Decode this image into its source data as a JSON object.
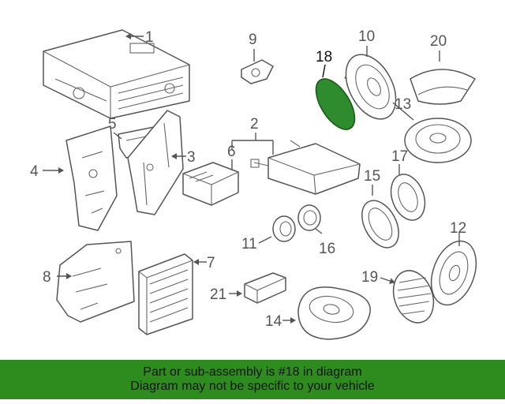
{
  "diagram": {
    "highlight_part": "18",
    "highlight_color": "#2e8b2e",
    "line_color": "#555555",
    "callouts": [
      "1",
      "2",
      "3",
      "4",
      "5",
      "6",
      "7",
      "8",
      "9",
      "10",
      "11",
      "12",
      "13",
      "14",
      "15",
      "16",
      "17",
      "18",
      "19",
      "20",
      "21"
    ]
  },
  "banner": {
    "line1": "Part or sub-assembly is #18 in diagram",
    "line2": "Diagram may not be specific to your vehicle",
    "background": "#2e8b1e"
  }
}
